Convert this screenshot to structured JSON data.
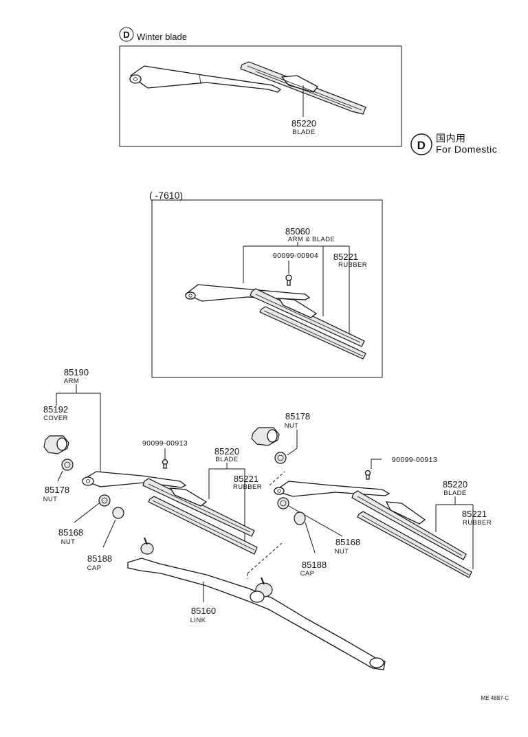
{
  "winter_box": {
    "badge": "D",
    "title": "Winter blade",
    "blade_no": "85220",
    "blade_name": "BLADE"
  },
  "legend": {
    "badge": "D",
    "jp": "国内用",
    "en": "For Domestic"
  },
  "period_box": {
    "period": "(         -7610)",
    "arm_blade_no": "85060",
    "arm_blade_name": "ARM & BLADE",
    "screw_no": "90099-00904",
    "rubber_no": "85221",
    "rubber_name": "RUBBER"
  },
  "left_assembly": {
    "arm_no": "85190",
    "arm_name": "ARM",
    "cover_no": "85192",
    "cover_name": "COVER",
    "nut_no": "85178",
    "nut_name": "NUT",
    "screw_no": "90099-00913",
    "blade_no": "85220",
    "blade_name": "BLADE",
    "rubber_no": "85221",
    "rubber_name": "RUBBER",
    "nut2_no": "85168",
    "nut2_name": "NUT",
    "cap_no": "85188",
    "cap_name": "CAP"
  },
  "right_assembly": {
    "nut_no": "85178",
    "nut_name": "NUT",
    "screw_no": "90099-00913",
    "blade_no": "85220",
    "blade_name": "BLADE",
    "rubber_no": "85221",
    "rubber_name": "RUBBER",
    "nut2_no": "85168",
    "nut2_name": "NUT",
    "cap_no": "85188",
    "cap_name": "CAP"
  },
  "link": {
    "no": "85160",
    "name": "LINK"
  },
  "reference": "ME 4887-C"
}
